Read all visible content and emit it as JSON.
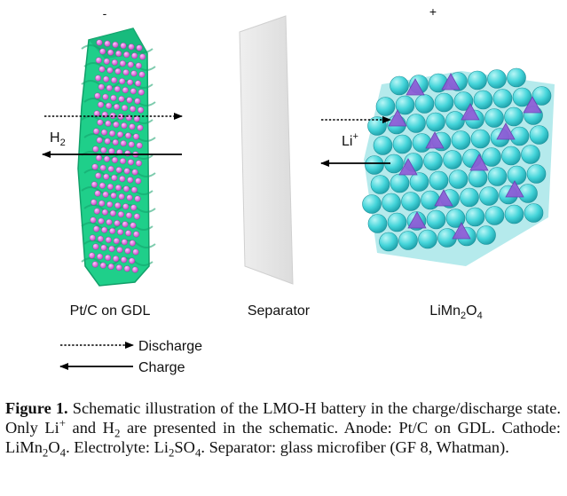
{
  "labels": {
    "anode_sign": "-",
    "cathode_sign": "+",
    "h2_base": "H",
    "h2_sub": "2",
    "li_base": "Li",
    "li_sup": "+",
    "anode_label": "Pt/C on GDL",
    "separator_label": "Separator",
    "cathode_base": "LiMn",
    "cathode_sub1": "2",
    "cathode_o": "O",
    "cathode_sub2": "4"
  },
  "legend": {
    "discharge": "Discharge",
    "charge": "Charge"
  },
  "caption": {
    "fig_label": "Figure 1.",
    "t1": " Schematic illustration of the LMO-H battery in the charge/discharge state. Only Li",
    "li_sup": "+",
    "t2": " and H",
    "h_sub": "2",
    "t3": " are presented in the schematic. Anode: Pt/C on GDL. Cathode: LiMn",
    "mn_sub": "2",
    "o": "O",
    "o_sub": "4",
    "t4": ". Electrolyte: Li",
    "li_sub": "2",
    "so": "SO",
    "so_sub": "4",
    "t5": ". Separator: glass microfiber (GF 8, Whatman)."
  },
  "colors": {
    "anode_green": "#1fcf8a",
    "anode_dark": "#12a06a",
    "pt_pink": "#e055d8",
    "separator_grey": "#e6e6e6",
    "cathode_cyan": "#3fd3d8",
    "cathode_purple": "#8f5bd6"
  }
}
